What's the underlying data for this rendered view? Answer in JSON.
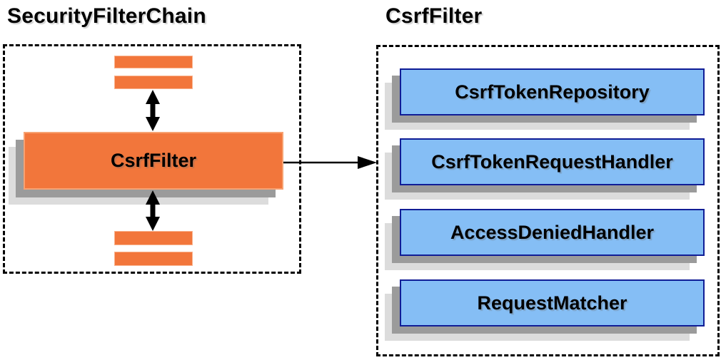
{
  "diagram": {
    "left_panel": {
      "title": "SecurityFilterChain",
      "filter_box_label": "CsrfFilter"
    },
    "right_panel": {
      "title": "CsrfFilter",
      "components": [
        {
          "label": "CsrfTokenRepository"
        },
        {
          "label": "CsrfTokenRequestHandler"
        },
        {
          "label": "AccessDeniedHandler"
        },
        {
          "label": "RequestMatcher"
        }
      ]
    },
    "icons": {
      "top_connector": "up-down-arrow",
      "bottom_connector": "up-down-arrow",
      "link_connector": "right-arrow"
    },
    "colors": {
      "orange_fill": "#F2763B",
      "orange_border": "#F7A171",
      "blue_fill": "#85BEF5",
      "blue_border": "#101D96",
      "shadow_dark": "#9B9B9B",
      "shadow_light": "#DCDCDC",
      "outline": "#000000",
      "text": "#000000"
    }
  }
}
